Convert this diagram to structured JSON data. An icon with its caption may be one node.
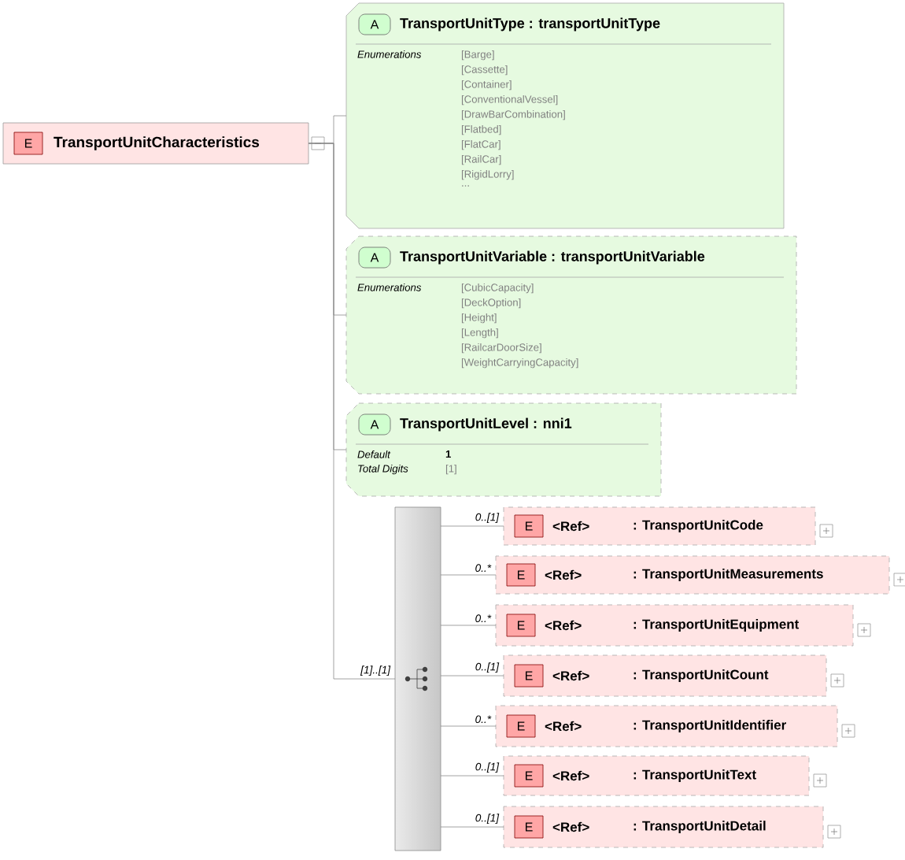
{
  "diagram": {
    "nodes": [
      {
        "text": [
          "E",
          "TransportUnitCharacteristics"
        ]
      },
      {
        "text": [
          "A",
          "TransportUnitType : transportUnitType",
          "Enumerations",
          "[Barge]",
          "[Cassette]",
          "[Container]",
          "[ConventionalVessel]",
          "[DrawBarCombination]",
          "[Flatbed]",
          "[FlatCar]",
          "[RailCar]",
          "[RigidLorry]",
          "..."
        ]
      },
      {
        "text": [
          "A",
          "TransportUnitVariable : transportUnitVariable",
          "Enumerations",
          "[CubicCapacity]",
          "[DeckOption]",
          "[Height]",
          "[Length]",
          "[RailcarDoorSize]",
          "[WeightCarryingCapacity]"
        ]
      },
      {
        "text": [
          "A",
          "TransportUnitLevel : nni1",
          "Default",
          "1",
          "Total Digits",
          "[1]"
        ]
      },
      {
        "text": [],
        "shape": "bar"
      },
      {
        "text": [
          "E",
          "<Ref>",
          ": TransportUnitCode"
        ]
      },
      {
        "text": [
          "E",
          "<Ref>",
          ": TransportUnitMeasurements"
        ]
      },
      {
        "text": [
          "E",
          "<Ref>",
          ": TransportUnitEquipment"
        ]
      },
      {
        "text": [
          "E",
          "<Ref>",
          ": TransportUnitCount"
        ]
      },
      {
        "text": [
          "E",
          "<Ref>",
          ": TransportUnitIdentifier"
        ]
      },
      {
        "text": [
          "E",
          "<Ref>",
          ": TransportUnitText"
        ]
      },
      {
        "text": [
          "E",
          "<Ref>",
          ": TransportUnitDetail"
        ]
      }
    ],
    "edges": [
      {
        "from": 0,
        "to": 1,
        "arrow": "none"
      },
      {
        "from": 0,
        "to": 2,
        "arrow": "none"
      },
      {
        "from": 0,
        "to": 3,
        "arrow": "none"
      },
      {
        "from": 0,
        "to": 4,
        "arrow": "none",
        "label": "[1]..[1]"
      },
      {
        "from": 4,
        "to": 5,
        "arrow": "none",
        "label": "0..[1]"
      },
      {
        "from": 4,
        "to": 6,
        "arrow": "none",
        "label": "0..*"
      },
      {
        "from": 4,
        "to": 7,
        "arrow": "none",
        "label": "0..*"
      },
      {
        "from": 4,
        "to": 8,
        "arrow": "none",
        "label": "0..[1]"
      },
      {
        "from": 4,
        "to": 9,
        "arrow": "none",
        "label": "0..*"
      },
      {
        "from": 4,
        "to": 10,
        "arrow": "none",
        "label": "0..[1]"
      },
      {
        "from": 4,
        "to": 11,
        "arrow": "none",
        "label": "0..[1]"
      }
    ]
  }
}
